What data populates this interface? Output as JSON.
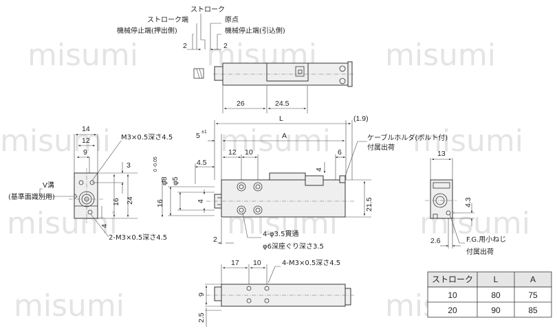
{
  "watermark": "misumi",
  "top_view": {
    "label_stroke": "ストローク",
    "label_stroke_end": "ストローク端",
    "label_origin": "原点",
    "label_mech_stop_push": "機械停止端(押出側)",
    "label_mech_stop_pull": "機械停止端(引込側)",
    "dim_left_2": "2",
    "dim_right_2": "2",
    "dim_26": "26",
    "dim_24_5": "24.5"
  },
  "front_view": {
    "dim_L": "L",
    "dim_A": "A",
    "dim_1_9": "(1.9)",
    "dim_5": "5",
    "dim_5_tol": "±1",
    "dim_12": "12",
    "dim_10": "10",
    "dim_6": "6",
    "dim_4_5": "4.5",
    "dim_4_top": "4",
    "dim_phi8": "φ8",
    "dim_phi8_tol": "0 -0.05",
    "dim_phi5": "φ5",
    "dim_16": "16",
    "dim_4_mid": "4",
    "dim_21_5": "21.5",
    "dim_2": "2",
    "label_cable_holder": "ケーブルホルダ(ボルト付)",
    "label_attached": "付属出荷",
    "label_hole1": "4-φ3.5貫通",
    "label_hole2": "φ6深座ぐり深さ3.5"
  },
  "left_view": {
    "dim_14": "14",
    "dim_12": "12",
    "dim_9": "9",
    "dim_3": "3",
    "dim_16": "16",
    "dim_24": "24",
    "dim_4": "4",
    "label_m3_top": "M3×0.5深さ4.5",
    "label_v_groove": "V溝",
    "label_v_groove_sub": "(基準面識別用)",
    "label_m3_bottom": "2-M3×0.5深さ4.5"
  },
  "right_view": {
    "dim_13": "13",
    "dim_4_3": "4.3",
    "dim_2_6": "2.6",
    "label_fg": "F.G.用小ねじ",
    "label_attached": "付属出荷"
  },
  "bottom_view": {
    "dim_17": "17",
    "dim_10": "10",
    "dim_9": "9",
    "dim_2_5": "2.5",
    "label_m3": "4-M3×0.5深さ4.5"
  },
  "spec_table": {
    "headers": [
      "ストローク",
      "L",
      "A"
    ],
    "rows": [
      [
        "10",
        "80",
        "75"
      ],
      [
        "20",
        "90",
        "85"
      ]
    ]
  }
}
